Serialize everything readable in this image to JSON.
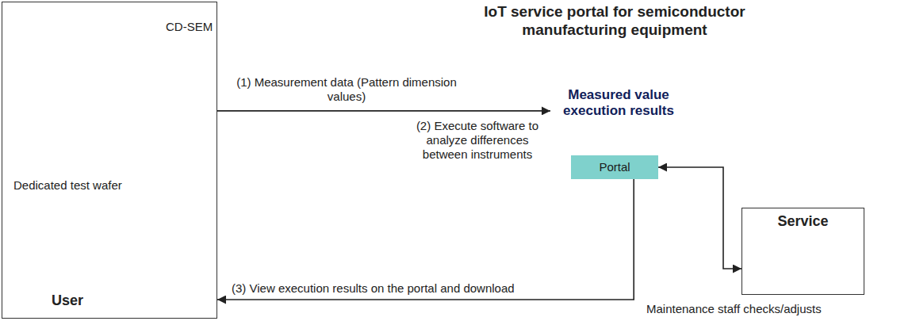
{
  "diagram": {
    "nodes": [
      {
        "text": [
          "CD-SEM",
          "Dedicated test wafer",
          "User"
        ]
      },
      {
        "text": [
          "IoT service portal for semiconductor manufacturing equipment"
        ]
      },
      {
        "text": [
          "Measured value execution results"
        ],
        "in": 1
      },
      {
        "text": [
          "Portal"
        ],
        "in": 1
      },
      {
        "text": [
          "Service"
        ]
      }
    ],
    "edges": [
      {
        "from": 0,
        "to": 2,
        "arrow": "to",
        "label": "(1) Measurement data (Pattern dimension values)"
      },
      {
        "from": 3,
        "to": 0,
        "arrow": "to",
        "label": "(3) View execution results on the portal and download"
      },
      {
        "from": 3,
        "to": 4,
        "arrow": "both"
      }
    ],
    "labels": [
      "(2) Execute software to analyze differences between instruments",
      "Maintenance staff checks/adjusts"
    ]
  }
}
